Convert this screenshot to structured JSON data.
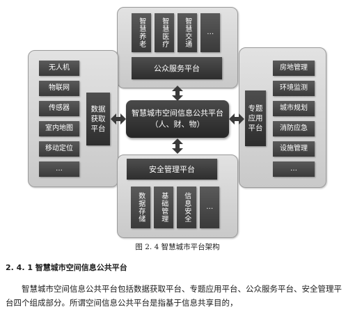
{
  "figure": {
    "top_panel": {
      "items": [
        "智慧养老",
        "智慧医疗",
        "智慧交通",
        "…"
      ],
      "bar_label": "公众服务平台"
    },
    "left_panel": {
      "items": [
        "无人机",
        "物联网",
        "传感器",
        "室内地图",
        "移动定位",
        "…"
      ],
      "side_label": "数据\n获取\n平台"
    },
    "right_panel": {
      "items": [
        "房地管理",
        "环境监测",
        "城市规划",
        "消防应急",
        "设施管理",
        "…"
      ],
      "side_label": "专题\n应用\n平台"
    },
    "bottom_panel": {
      "items": [
        "数据存储",
        "基础管理",
        "信息安全",
        "…"
      ],
      "bar_label": "安全管理平台"
    },
    "hub": {
      "line1": "智慧城市空间信息公共平台",
      "line2": "（人、财、物）"
    },
    "caption": "图 2. 4   智慧城市平台架构"
  },
  "section": {
    "heading": "2. 4. 1   智慧城市空间信息公共平台",
    "body": "智慧城市空间信息公共平台包括数据获取平台、专题应用平台、公众服务平台、安全管理平台四个组成部分。所谓空间信息公共平台是指基于信息共享目的，"
  }
}
